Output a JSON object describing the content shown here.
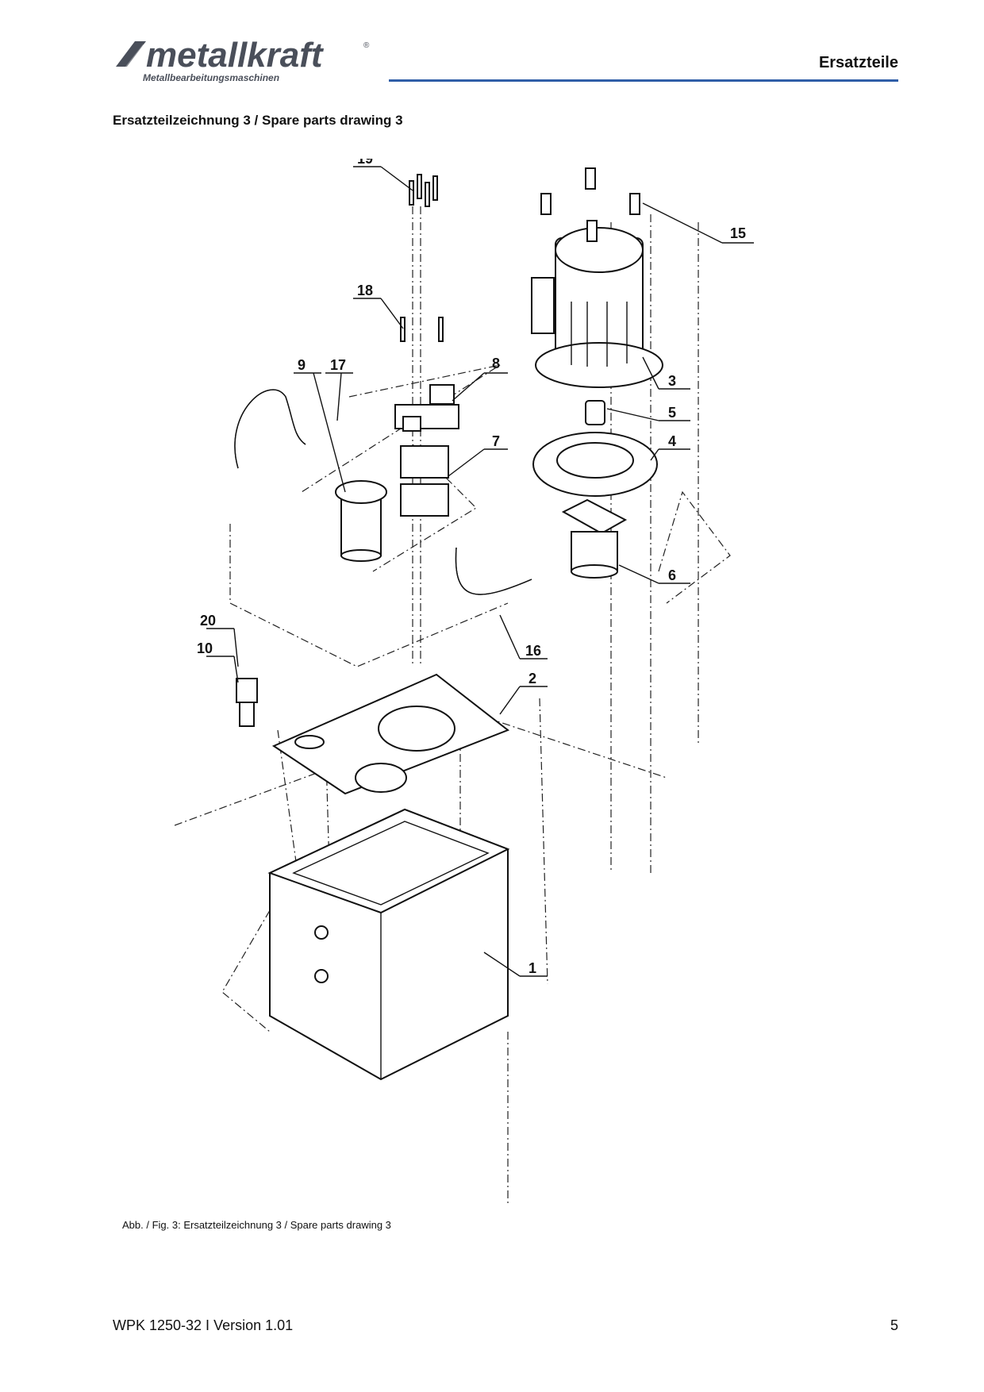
{
  "brand": {
    "logo_text": "metallkraft",
    "logo_tagline": "Metallbearbeitungsmaschinen",
    "registered_mark": "®"
  },
  "header": {
    "section": "Ersatzteile"
  },
  "heading": "Ersatzteilzeichnung 3 / Spare parts drawing 3",
  "drawing": {
    "callouts": [
      "19",
      "15",
      "18",
      "9",
      "17",
      "8",
      "3",
      "5",
      "7",
      "4",
      "6",
      "16",
      "20",
      "10",
      "2",
      "1"
    ]
  },
  "caption": "Abb. / Fig. 3: Ersatzteilzeichnung 3 / Spare parts drawing 3",
  "footer": {
    "doc": "WPK 1250-32 I Version 1.01",
    "page": "5"
  },
  "colors": {
    "rule": "#2f5ea8",
    "ink": "#111111",
    "logo": "#4a4f5a"
  }
}
